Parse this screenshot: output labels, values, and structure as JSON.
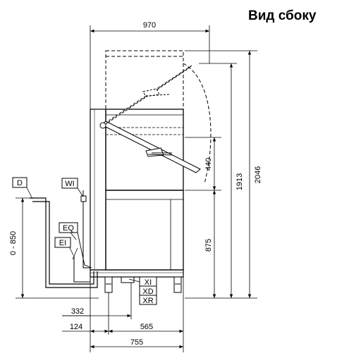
{
  "title": "Вид сбоку",
  "dimensions": {
    "width_top": "970",
    "height_open": "2046",
    "height_total": "1913",
    "door_height": "440",
    "table_height": "875",
    "drain_range": "0 - 850",
    "offset_a": "332",
    "offset_b": "124",
    "offset_c": "565",
    "depth_bottom": "755"
  },
  "tags": {
    "d": "D",
    "wi": "WI",
    "eq": "EQ",
    "ei": "EI",
    "xi": "XI",
    "xd": "XD",
    "xr": "XR"
  }
}
